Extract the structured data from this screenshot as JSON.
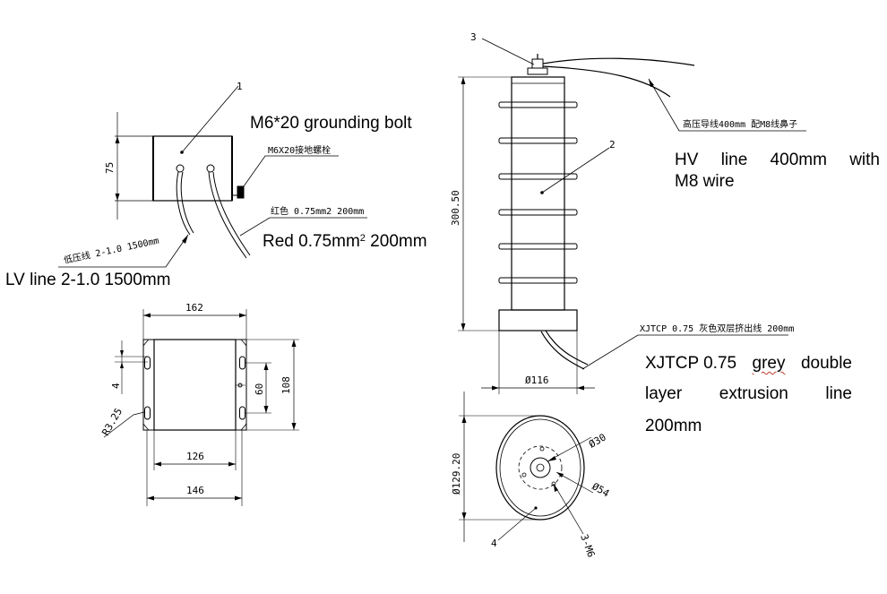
{
  "annotations": {
    "grounding_bolt": "M6*20 grounding bolt",
    "hv_line": [
      "HV line 400mm with",
      "M8 wire"
    ],
    "red_wire_prefix": "Red 0.75mm",
    "red_wire_sup": "2",
    "red_wire_suffix": " 200mm",
    "lv_line": "LV line 2-1.0 1500mm",
    "xjtcp_line1_a": "XJTCP 0.75 ",
    "xjtcp_line1_b": "grey",
    "xjtcp_line1_c": " double",
    "xjtcp_line2": "layer extrusion line",
    "xjtcp_line3": "200mm"
  },
  "drawing_labels": {
    "part_1": "1",
    "part_2": "2",
    "part_3": "3",
    "part_4": "4",
    "grounding_bolt_cn": "M6X20接地螺栓",
    "red_wire_cn": "红色 0.75mm2 200mm",
    "lv_line_cn": "低压线 2-1.0 1500mm",
    "hv_line_cn": "高压导线400mm 配M8线鼻子",
    "xjtcp_cn": "XJTCP 0.75 灰色双层挤出线 200mm"
  },
  "dimensions": {
    "box_height": "75",
    "width_162": "162",
    "width_126": "126",
    "width_146": "146",
    "height_108": "108",
    "hole_spacing_60": "60",
    "slot_4": "4",
    "radius": "R3.25",
    "arrester_height": "300.50",
    "diameter_116": "Ø116",
    "diameter_129": "Ø129.20",
    "diameter_30": "Ø30",
    "diameter_54": "Ø54",
    "holes_m6": "3-M6"
  }
}
